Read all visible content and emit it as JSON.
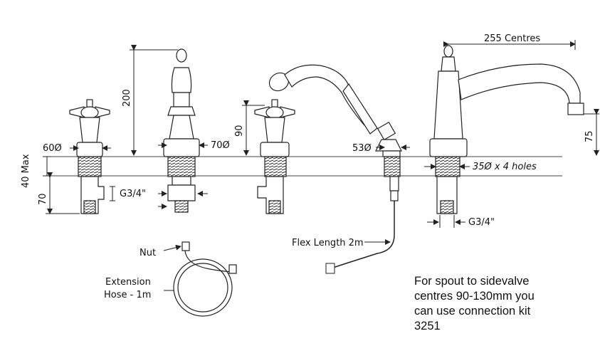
{
  "dimensions": {
    "centres": "255 Centres",
    "spout_height": "75",
    "valve_height": "200",
    "side_height": "90",
    "hole_dia_1": "60Ø",
    "hole_dia_2": "70Ø",
    "hole_dia_3": "53Ø",
    "holes": "35Ø x 4 holes",
    "deck_max": "40 Max",
    "shank": "70",
    "thread_left": "G3/4\"",
    "thread_right": "G3/4\""
  },
  "labels": {
    "flex": "Flex Length 2m",
    "nut": "Nut",
    "extension_line1": "Extension",
    "extension_line2": "Hose - 1m"
  },
  "note": {
    "line1": "For spout to sidevalve",
    "line2": "centres 90-130mm you",
    "line3": "can use connection kit",
    "line4": "3251"
  },
  "colors": {
    "line": "#222222",
    "deck": "#444444",
    "text": "#111111"
  }
}
